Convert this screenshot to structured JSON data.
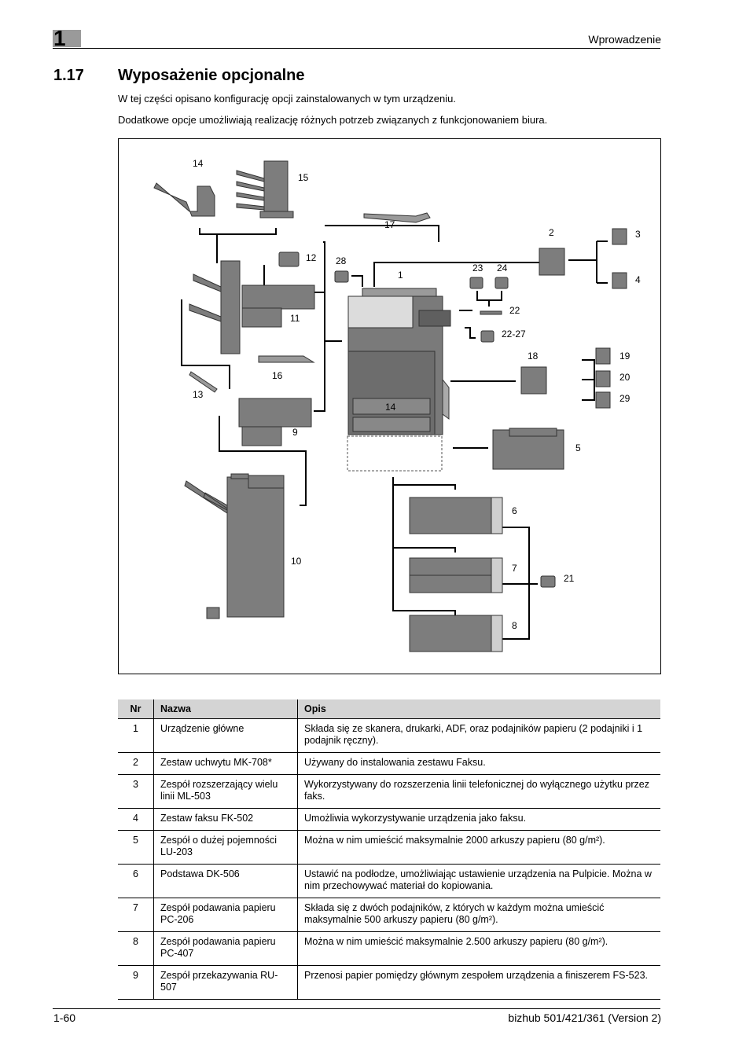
{
  "header": {
    "chapter": "1",
    "running_title": "Wprowadzenie"
  },
  "section": {
    "number": "1.17",
    "title": "Wyposażenie opcjonalne"
  },
  "intro": [
    "W tej części opisano konfigurację opcji zainstalowanych w tym urządzeniu.",
    "Dodatkowe opcje umożliwiają realizację różnych potrzeb związanych z funkcjonowaniem biura."
  ],
  "figure": {
    "callouts": {
      "c1": "1",
      "c2": "2",
      "c3": "3",
      "c4": "4",
      "c5": "5",
      "c6": "6",
      "c7": "7",
      "c8": "8",
      "c9": "9",
      "c10": "10",
      "c11": "11",
      "c12": "12",
      "c13": "13",
      "c14a": "14",
      "c14b": "14",
      "c15": "15",
      "c16": "16",
      "c17": "17",
      "c18": "18",
      "c19": "19",
      "c20": "20",
      "c21": "21",
      "c22": "22",
      "c2227": "22-27",
      "c23": "23",
      "c24": "24",
      "c28": "28",
      "c29": "29"
    }
  },
  "table": {
    "headers": {
      "nr": "Nr",
      "name": "Nazwa",
      "desc": "Opis"
    },
    "rows": [
      {
        "nr": "1",
        "name": "Urządzenie główne",
        "desc": "Składa się ze skanera, drukarki, ADF, oraz podajników papieru (2 podajniki i 1 podajnik ręczny)."
      },
      {
        "nr": "2",
        "name": "Zestaw uchwytu MK-708*",
        "desc": "Używany do instalowania zestawu Faksu."
      },
      {
        "nr": "3",
        "name": "Zespół rozszerzający wielu linii ML-503",
        "desc": "Wykorzystywany do rozszerzenia linii telefonicznej do wyłącznego użytku przez faks."
      },
      {
        "nr": "4",
        "name": "Zestaw faksu FK-502",
        "desc": "Umożliwia wykorzystywanie urządzenia jako faksu."
      },
      {
        "nr": "5",
        "name": "Zespół o dużej pojemności LU-203",
        "desc": "Można w nim umieścić maksymalnie 2000 arkuszy papieru (80 g/m²)."
      },
      {
        "nr": "6",
        "name": "Podstawa DK-506",
        "desc": "Ustawić na podłodze, umożliwiając ustawienie urządzenia na Pulpicie. Można w nim przechowywać materiał do kopiowania."
      },
      {
        "nr": "7",
        "name": "Zespół podawania papieru PC-206",
        "desc": "Składa się z dwóch podajników, z których w każdym można umieścić maksymalnie 500 arkuszy papieru (80 g/m²)."
      },
      {
        "nr": "8",
        "name": "Zespół podawania papieru PC-407",
        "desc": "Można w nim umieścić maksymalnie 2.500 arkuszy papieru (80 g/m²)."
      },
      {
        "nr": "9",
        "name": "Zespół przekazywania RU-507",
        "desc": "Przenosi papier pomiędzy głównym zespołem urządzenia a finiszerem FS-523."
      }
    ]
  },
  "footer": {
    "page": "1-60",
    "product": "bizhub 501/421/361 (Version 2)"
  }
}
